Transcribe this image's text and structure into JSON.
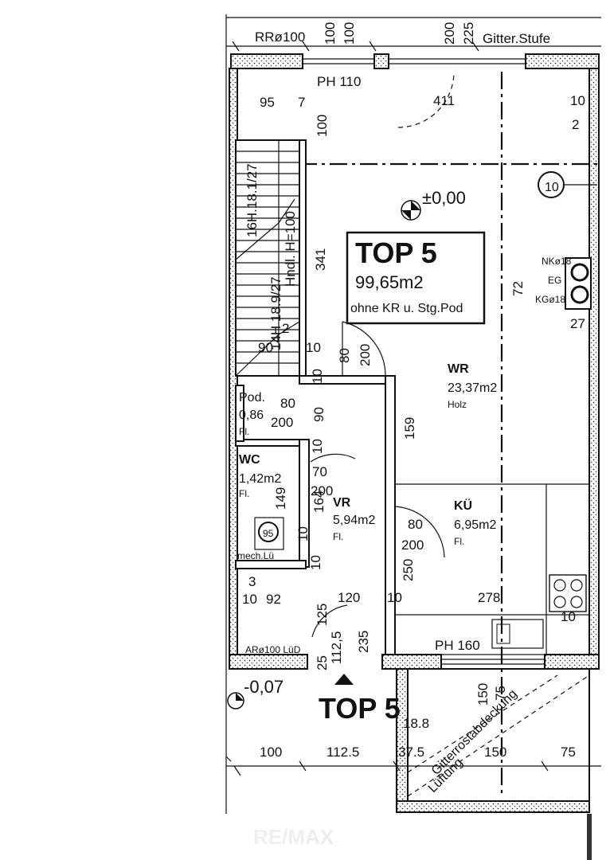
{
  "plan": {
    "unit_title": "TOP 5",
    "unit_area": "99,65m2",
    "unit_note": "ohne KR u. Stg.Pod",
    "level_marker": "±0,00",
    "level_outside": "-0,07",
    "axis_label": "10",
    "top_dims": {
      "rr": "RRø100",
      "d100a": "100",
      "d100b": "100",
      "d200": "200",
      "d225": "225",
      "gitter": "Gitter.Stufe",
      "ph110": "PH 110",
      "d95": "95",
      "d7": "7",
      "d411": "411",
      "d10": "10",
      "d2": "2",
      "d100c": "100"
    },
    "stairs": {
      "top": "16H.18.1/27",
      "hand": "Hndl. H=100",
      "mid": "14H 18.9/27",
      "d341": "341",
      "d2": "2",
      "d90": "90",
      "d10": "10"
    },
    "kg": {
      "nk": "NKø18",
      "eg": "EG",
      "kg": "KGø18",
      "d72": "72",
      "d27": "27"
    },
    "rooms": {
      "wr_name": "WR",
      "wr_area": "23,37m2",
      "wr_floor": "Holz",
      "pod_name": "Pod.",
      "pod_area": "0,86",
      "pod_floor": "Fl.",
      "wc_name": "WC",
      "wc_area": "1,42m2",
      "wc_floor": "Fl.",
      "vr_name": "VR",
      "vr_area": "5,94m2",
      "vr_floor": "Fl.",
      "ko_name": "KÜ",
      "ko_area": "6,95m2",
      "ko_floor": "Fl."
    },
    "inner_dims": {
      "d80a": "80",
      "d200a": "200",
      "d80b": "80",
      "d200b": "200",
      "d90": "90",
      "d10a": "10",
      "d10b": "10",
      "d70": "70",
      "d200c": "200",
      "d149": "149",
      "d164": "164",
      "d95c": "95",
      "d10c": "10",
      "mech": "mech.Lü",
      "d159": "159",
      "d80c": "80",
      "d200d": "200",
      "d250": "250",
      "d10d": "10",
      "d3": "3",
      "d10e": "10",
      "d92": "92",
      "d120": "120",
      "d10f": "10",
      "d278": "278",
      "d10g": "10",
      "d125": "125",
      "d112": "112,5",
      "d235": "235",
      "d25": "25",
      "ar": "ARø100 LüD",
      "ph160": "PH 160"
    },
    "terrace": {
      "d18": "18.8",
      "d150a": "150",
      "d75a": "75",
      "gitter": "Gitterrostabdeckung",
      "lueft": "Lüftung",
      "d75b": "75",
      "d150b": "150"
    },
    "bottom_dims": {
      "d100": "100",
      "d112": "112.5",
      "d37": "37.5",
      "d150": "150",
      "d75": "75"
    },
    "watermark": "RE/MAX"
  }
}
